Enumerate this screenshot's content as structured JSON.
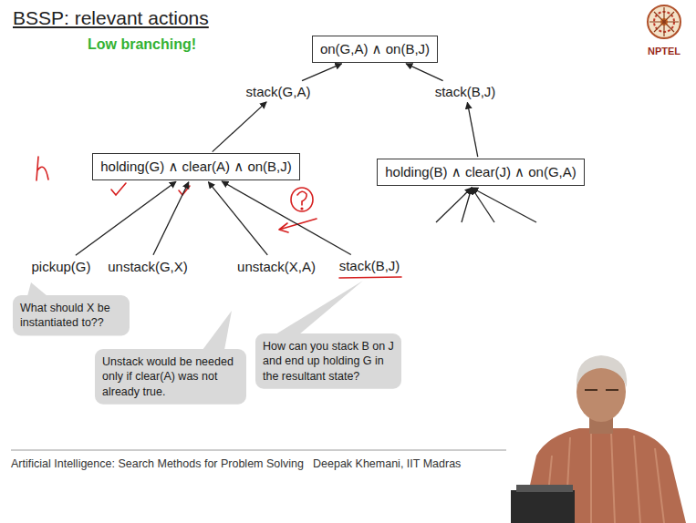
{
  "diagram": {
    "title": "BSSP: relevant actions",
    "nodes": [
      {
        "text": [
          "on(G,A) ∧ on(B,J)"
        ]
      },
      {
        "text": [
          "stack(G,A)"
        ]
      },
      {
        "text": [
          "stack(B,J)"
        ]
      },
      {
        "text": [
          "holding(G) ∧ clear(A) ∧ on(B,J)"
        ]
      },
      {
        "text": [
          "holding(B) ∧ clear(J) ∧ on(G,A)"
        ]
      },
      {
        "text": [
          "pickup(G)"
        ]
      },
      {
        "text": [
          "unstack(G,X)"
        ]
      },
      {
        "text": [
          "unstack(X,A)"
        ]
      },
      {
        "text": [
          "stack(B,J)"
        ]
      },
      {
        "text": [
          "What should X be instantiated to??"
        ]
      },
      {
        "text": [
          "Unstack would be needed only if clear(A) was not already true."
        ]
      },
      {
        "text": [
          "How can you stack B on J and end up holding G in the resultant state?"
        ]
      }
    ],
    "edges": [
      {
        "from": 1,
        "to": 0,
        "arrow": "to"
      },
      {
        "from": 2,
        "to": 0,
        "arrow": "to"
      },
      {
        "from": 3,
        "to": 1,
        "arrow": "to"
      },
      {
        "from": 4,
        "to": 2,
        "arrow": "to"
      },
      {
        "from": 5,
        "to": 3,
        "arrow": "to"
      },
      {
        "from": 6,
        "to": 3,
        "arrow": "to"
      },
      {
        "from": 7,
        "to": 3,
        "arrow": "to"
      },
      {
        "from": 8,
        "to": 3,
        "arrow": "to"
      }
    ],
    "labels": [
      "Low branching!",
      "NPTEL",
      "Artificial Intelligence: Search Methods for Problem Solving",
      "Deepak Khemani, IIT Madras"
    ]
  }
}
